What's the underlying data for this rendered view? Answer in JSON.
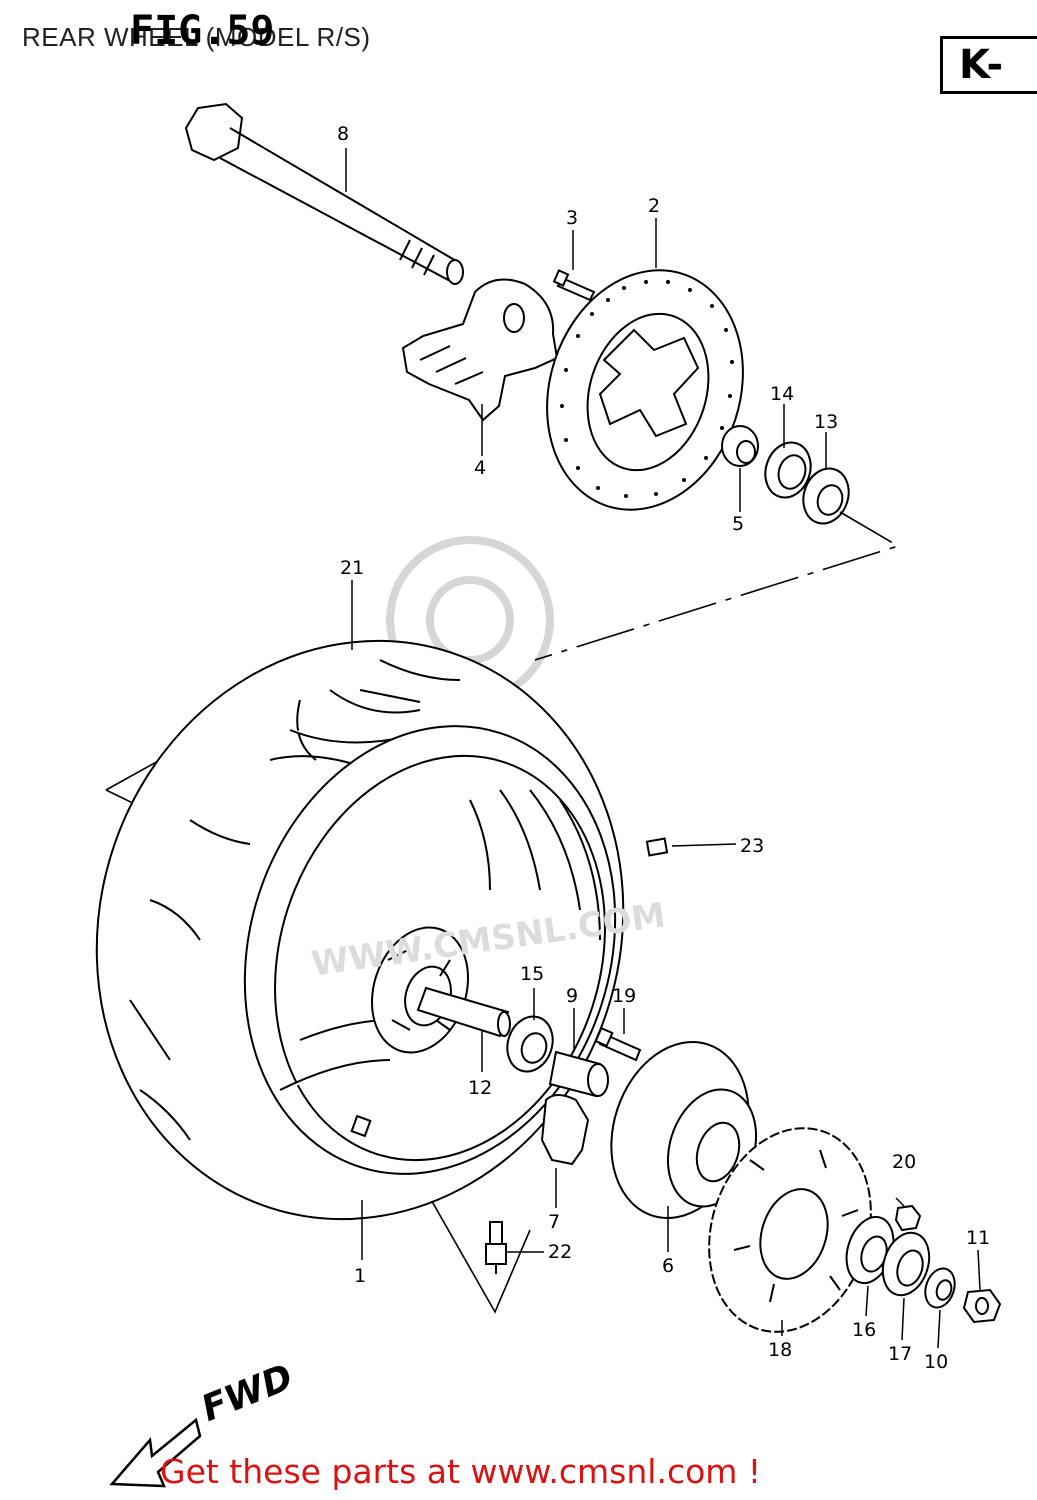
{
  "header": {
    "title": "REAR WHEEL (MODEL R/S)",
    "figure": "FIG.59",
    "model_code": "K-"
  },
  "watermark": {
    "text": "WWW.CMSNL.COM"
  },
  "direction": {
    "label": "FWD",
    "icon": "arrow-left-icon"
  },
  "footer": {
    "text": "Get these parts at www.cmsnl.com !"
  },
  "callouts": [
    "1",
    "2",
    "3",
    "4",
    "5",
    "6",
    "7",
    "8",
    "9",
    "10",
    "11",
    "12",
    "13",
    "14",
    "15",
    "16",
    "17",
    "18",
    "19",
    "20",
    "21",
    "22",
    "23"
  ],
  "colors": {
    "line": "#000000",
    "footer": "#dd1111",
    "watermark": "#dcdcdc"
  }
}
